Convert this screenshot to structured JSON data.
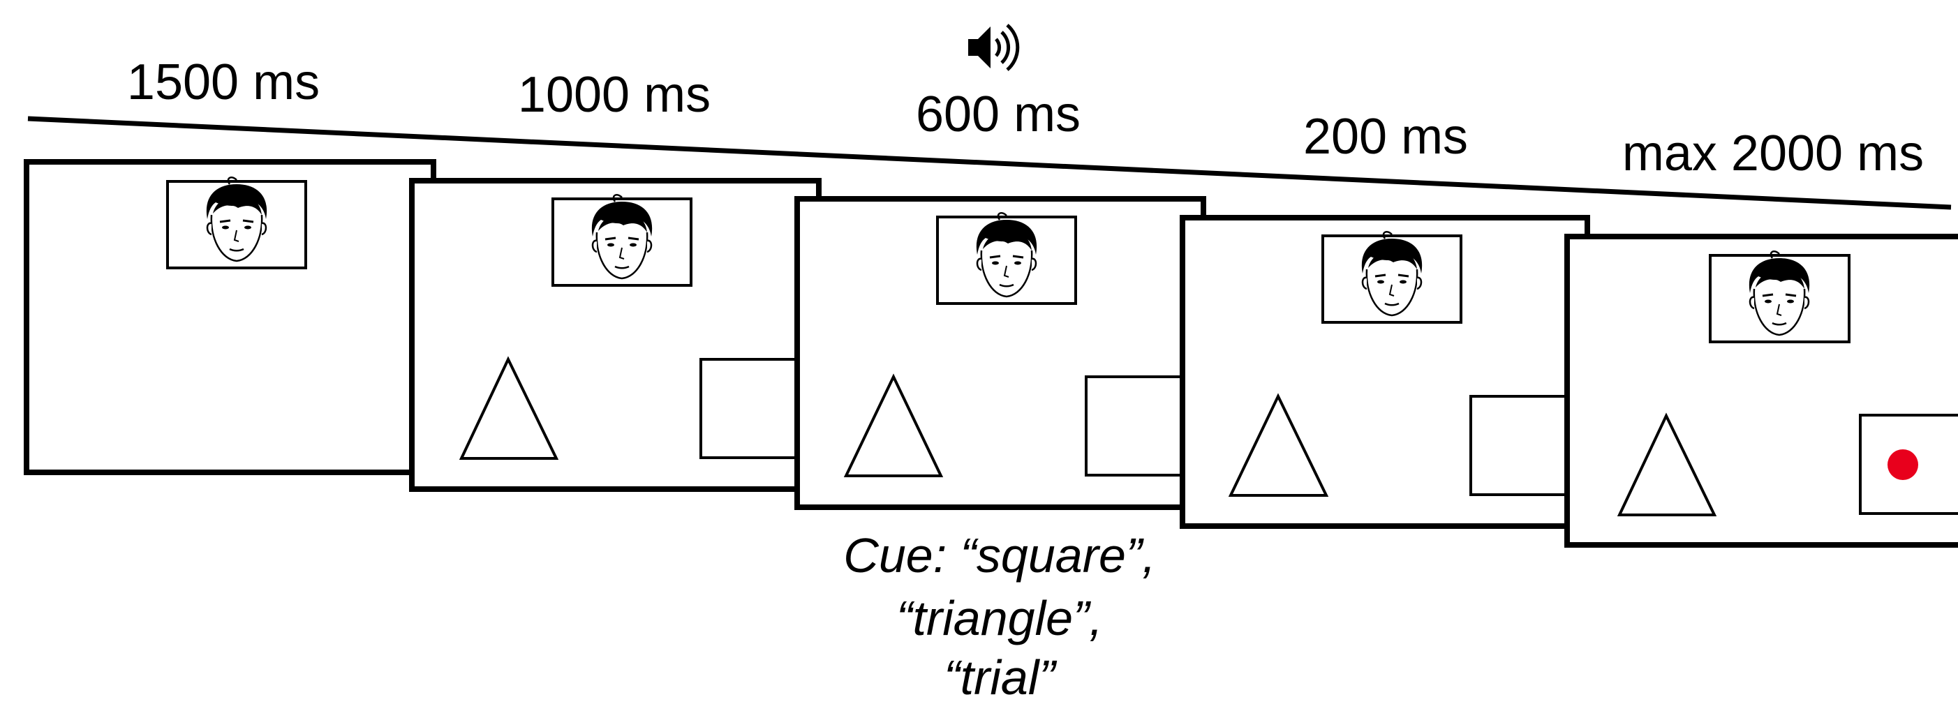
{
  "durations": [
    "1500 ms",
    "1000 ms",
    "600 ms",
    "200 ms",
    "max 2000 ms"
  ],
  "cue_lines": [
    "Cue: “square”,",
    "“triangle”,",
    "“trial”"
  ],
  "icons": {
    "sound": "speaker-icon",
    "face": "face-icon"
  },
  "frames": [
    {
      "shapes": false,
      "target": false
    },
    {
      "shapes": true,
      "target": false
    },
    {
      "shapes": true,
      "target": false
    },
    {
      "shapes": true,
      "target": false
    },
    {
      "shapes": true,
      "target": true
    }
  ],
  "colors": {
    "line": "#000000",
    "background": "#ffffff",
    "target": "#e8001c"
  }
}
